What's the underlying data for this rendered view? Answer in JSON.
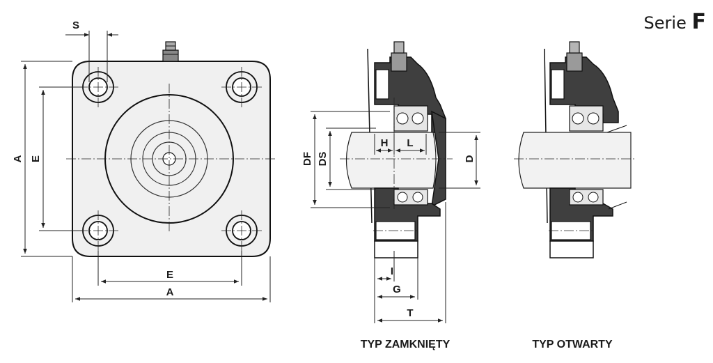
{
  "header": {
    "serie_text": "Serie",
    "serie_letter": "F"
  },
  "front_view": {
    "labels": {
      "s": "S",
      "a_vertical": "A",
      "e_vertical": "E",
      "e_horizontal": "E",
      "a_horizontal": "A"
    }
  },
  "closed_type": {
    "caption": "TYP ZAMKNIĘTY",
    "labels": {
      "df": "DF",
      "ds": "DS",
      "h": "H",
      "l": "L",
      "d": "D",
      "i": "I",
      "g": "G",
      "t": "T"
    }
  },
  "open_type": {
    "caption": "TYP OTWARTY"
  },
  "colors": {
    "housing_fill": "#f0f0f0",
    "section_dark": "#3f3f3f",
    "line": "#111111"
  }
}
